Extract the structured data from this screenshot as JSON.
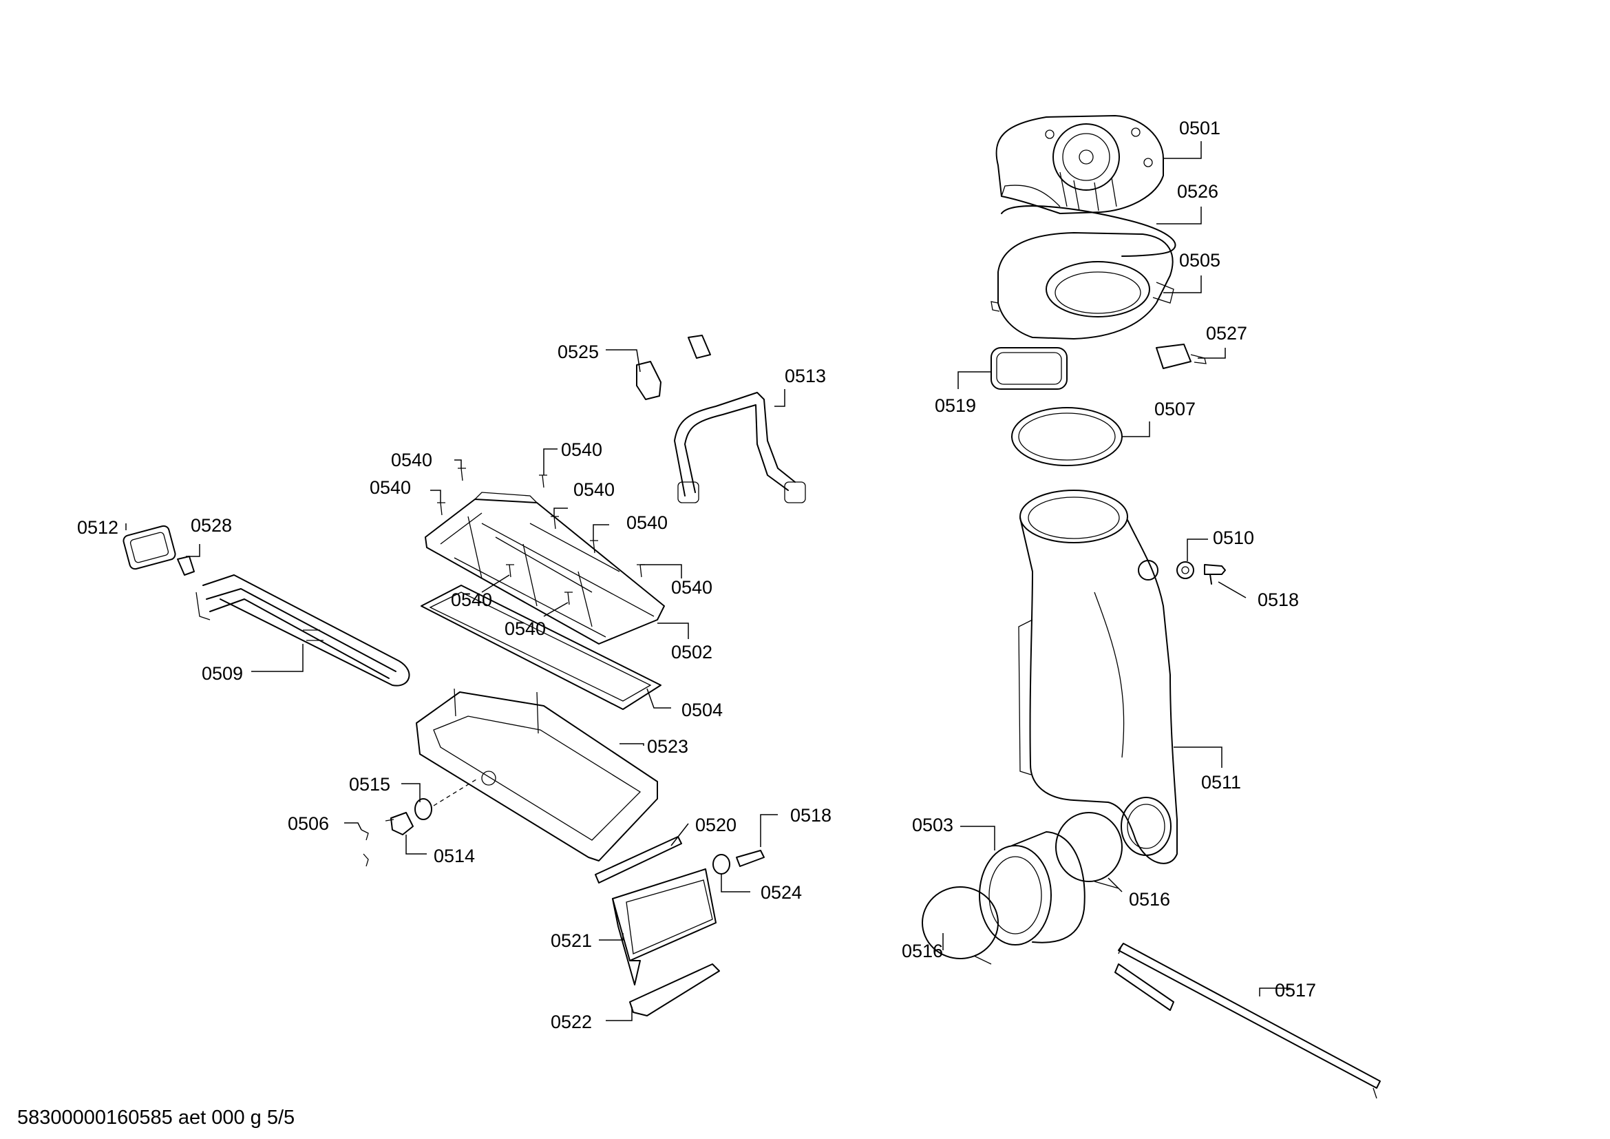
{
  "footer": "58300000160585 aet 000 g 5/5",
  "labels": {
    "p0501": "0501",
    "p0526": "0526",
    "p0505": "0505",
    "p0527": "0527",
    "p0519": "0519",
    "p0507": "0507",
    "p0510": "0510",
    "p0518a": "0518",
    "p0511": "0511",
    "p0503": "0503",
    "p0516a": "0516",
    "p0516b": "0516",
    "p0517": "0517",
    "p0525": "0525",
    "p0513": "0513",
    "p0540a": "0540",
    "p0540b": "0540",
    "p0540c": "0540",
    "p0540d": "0540",
    "p0540e": "0540",
    "p0540f": "0540",
    "p0540g": "0540",
    "p0540h": "0540",
    "p0512": "0512",
    "p0528": "0528",
    "p0509": "0509",
    "p0502": "0502",
    "p0504": "0504",
    "p0523": "0523",
    "p0515": "0515",
    "p0506": "0506",
    "p0514": "0514",
    "p0520": "0520",
    "p0518b": "0518",
    "p0524": "0524",
    "p0521": "0521",
    "p0522": "0522"
  }
}
